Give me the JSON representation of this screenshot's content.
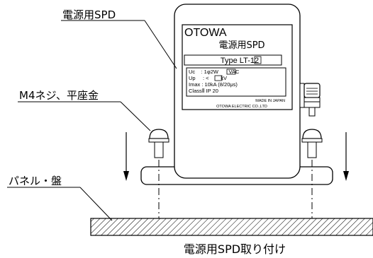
{
  "callouts": {
    "device_label": "電源用SPD",
    "screw_label": "M4ネジ、平座金",
    "panel_label": "パネル・盤"
  },
  "device": {
    "brand": "OTOWA",
    "product_name": "電源用SPD",
    "type_line": "Type LT-12",
    "spec_uc": "Uc    : 1φ2W       VAC",
    "spec_up": "Up     : <        kV",
    "spec_imax": "Imax : 10kA (8/20μs)",
    "spec_class": "ClassⅡ  IP 20",
    "made_in": "MADE IN JAPAN",
    "maker": "OTOWA ELECTRIC CO.,LTD"
  },
  "caption": "電源用SPD取り付け"
}
